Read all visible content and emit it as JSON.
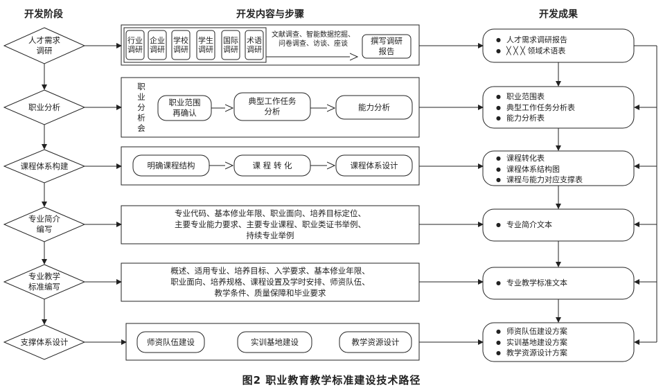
{
  "headers": {
    "stage": "开发阶段",
    "content": "开发内容与步骤",
    "result": "开发成果"
  },
  "stages": [
    "人才需求\n调研",
    "职业分析",
    "课程体系构建",
    "专业简介\n编写",
    "专业教学\n标准编写",
    "支撑体系设计"
  ],
  "step1": {
    "survey_boxes": [
      "行业\n调研",
      "企业\n调研",
      "学校\n调研",
      "学生\n调研",
      "国际\n调研",
      "术语\n调研"
    ],
    "methods": "文献调查、智能数据挖掘、\n问卷调查、访谈、座谈",
    "report": "撰写调研\n报告"
  },
  "step2": {
    "label": "职\n业\n分\n析\n会",
    "boxes": [
      "职业范围\n再确认",
      "典型工作任务\n分析",
      "能力分析"
    ]
  },
  "step3": {
    "boxes": [
      "明确课程结构",
      "课 程 转 化",
      "课程体系设计"
    ]
  },
  "step4": {
    "text": "专业代码、基本修业年限、职业面向、培养目标定位、\n主要专业能力要求、主要专业课程、职业类证书举例、\n持续专业举例"
  },
  "step5": {
    "text": "概述、适用专业、培养目标、入学要求、基本修业年限、\n职业面向、培养规格、课程设置及学时安排、师资队伍、\n教学条件、质量保障和毕业要求"
  },
  "step6": {
    "boxes": [
      "师资队伍建设",
      "实训基地建设",
      "教学资源设计"
    ]
  },
  "results": [
    [
      "人才需求调研报告",
      "╳ ╳ ╳  领域术语表"
    ],
    [
      "职业范围表",
      "典型工作任务分析表",
      "能力分析表"
    ],
    [
      "课程转化表",
      "课程体系结构图",
      "课程与能力对应支撑表"
    ],
    [
      "专业简介文本"
    ],
    [
      "专业教学标准文本"
    ],
    [
      "师资队伍建设方案",
      "实训基地建设方案",
      "教学资源设计方案"
    ]
  ],
  "caption": "图2   职业教育教学标准建设技术路径"
}
